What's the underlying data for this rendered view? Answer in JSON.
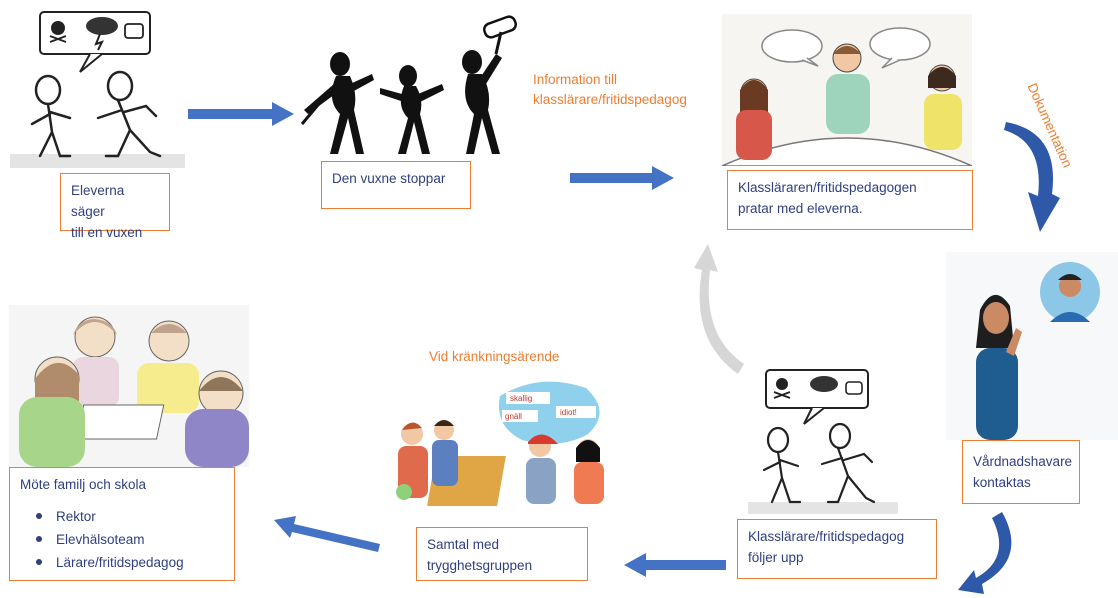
{
  "steps": {
    "step1": {
      "line1": "Eleverna säger",
      "line2": "till en vuxen"
    },
    "step2": {
      "line1": "Den vuxne stoppar"
    },
    "step3": {
      "line1": "Klassläraren/fritidspedagogen",
      "line2": "pratar med eleverna."
    },
    "step4": {
      "line1": "Vårdnadshavare",
      "line2": "kontaktas"
    },
    "step5": {
      "line1": "Klasslärare/fritidspedagog",
      "line2": "följer upp"
    },
    "step6": {
      "line1": "Samtal med",
      "line2": "trygghetsgruppen"
    },
    "step7": {
      "title": "Möte familj och skola",
      "bullets": [
        "Rektor",
        "Elevhälsoteam",
        "Lärare/fritidspedagog"
      ]
    }
  },
  "annotations": {
    "information": {
      "line1": "Information till",
      "line2": "klasslärare/fritidspedagog"
    },
    "dokumentation": "Dokumentation",
    "krankning": "Vid kränkningsärende"
  },
  "speech_labels": [
    "skallig",
    "gnäll",
    "idiot!"
  ],
  "colors": {
    "box_border": "#ed7d31",
    "box_text": "#2f3f7f",
    "annotation_text": "#ed7d31",
    "arrow": "#4472c4"
  },
  "icons": [
    "skull-icon",
    "storm-cloud-icon",
    "fist-icon",
    "speech-bubble-icon",
    "phone-icon"
  ]
}
